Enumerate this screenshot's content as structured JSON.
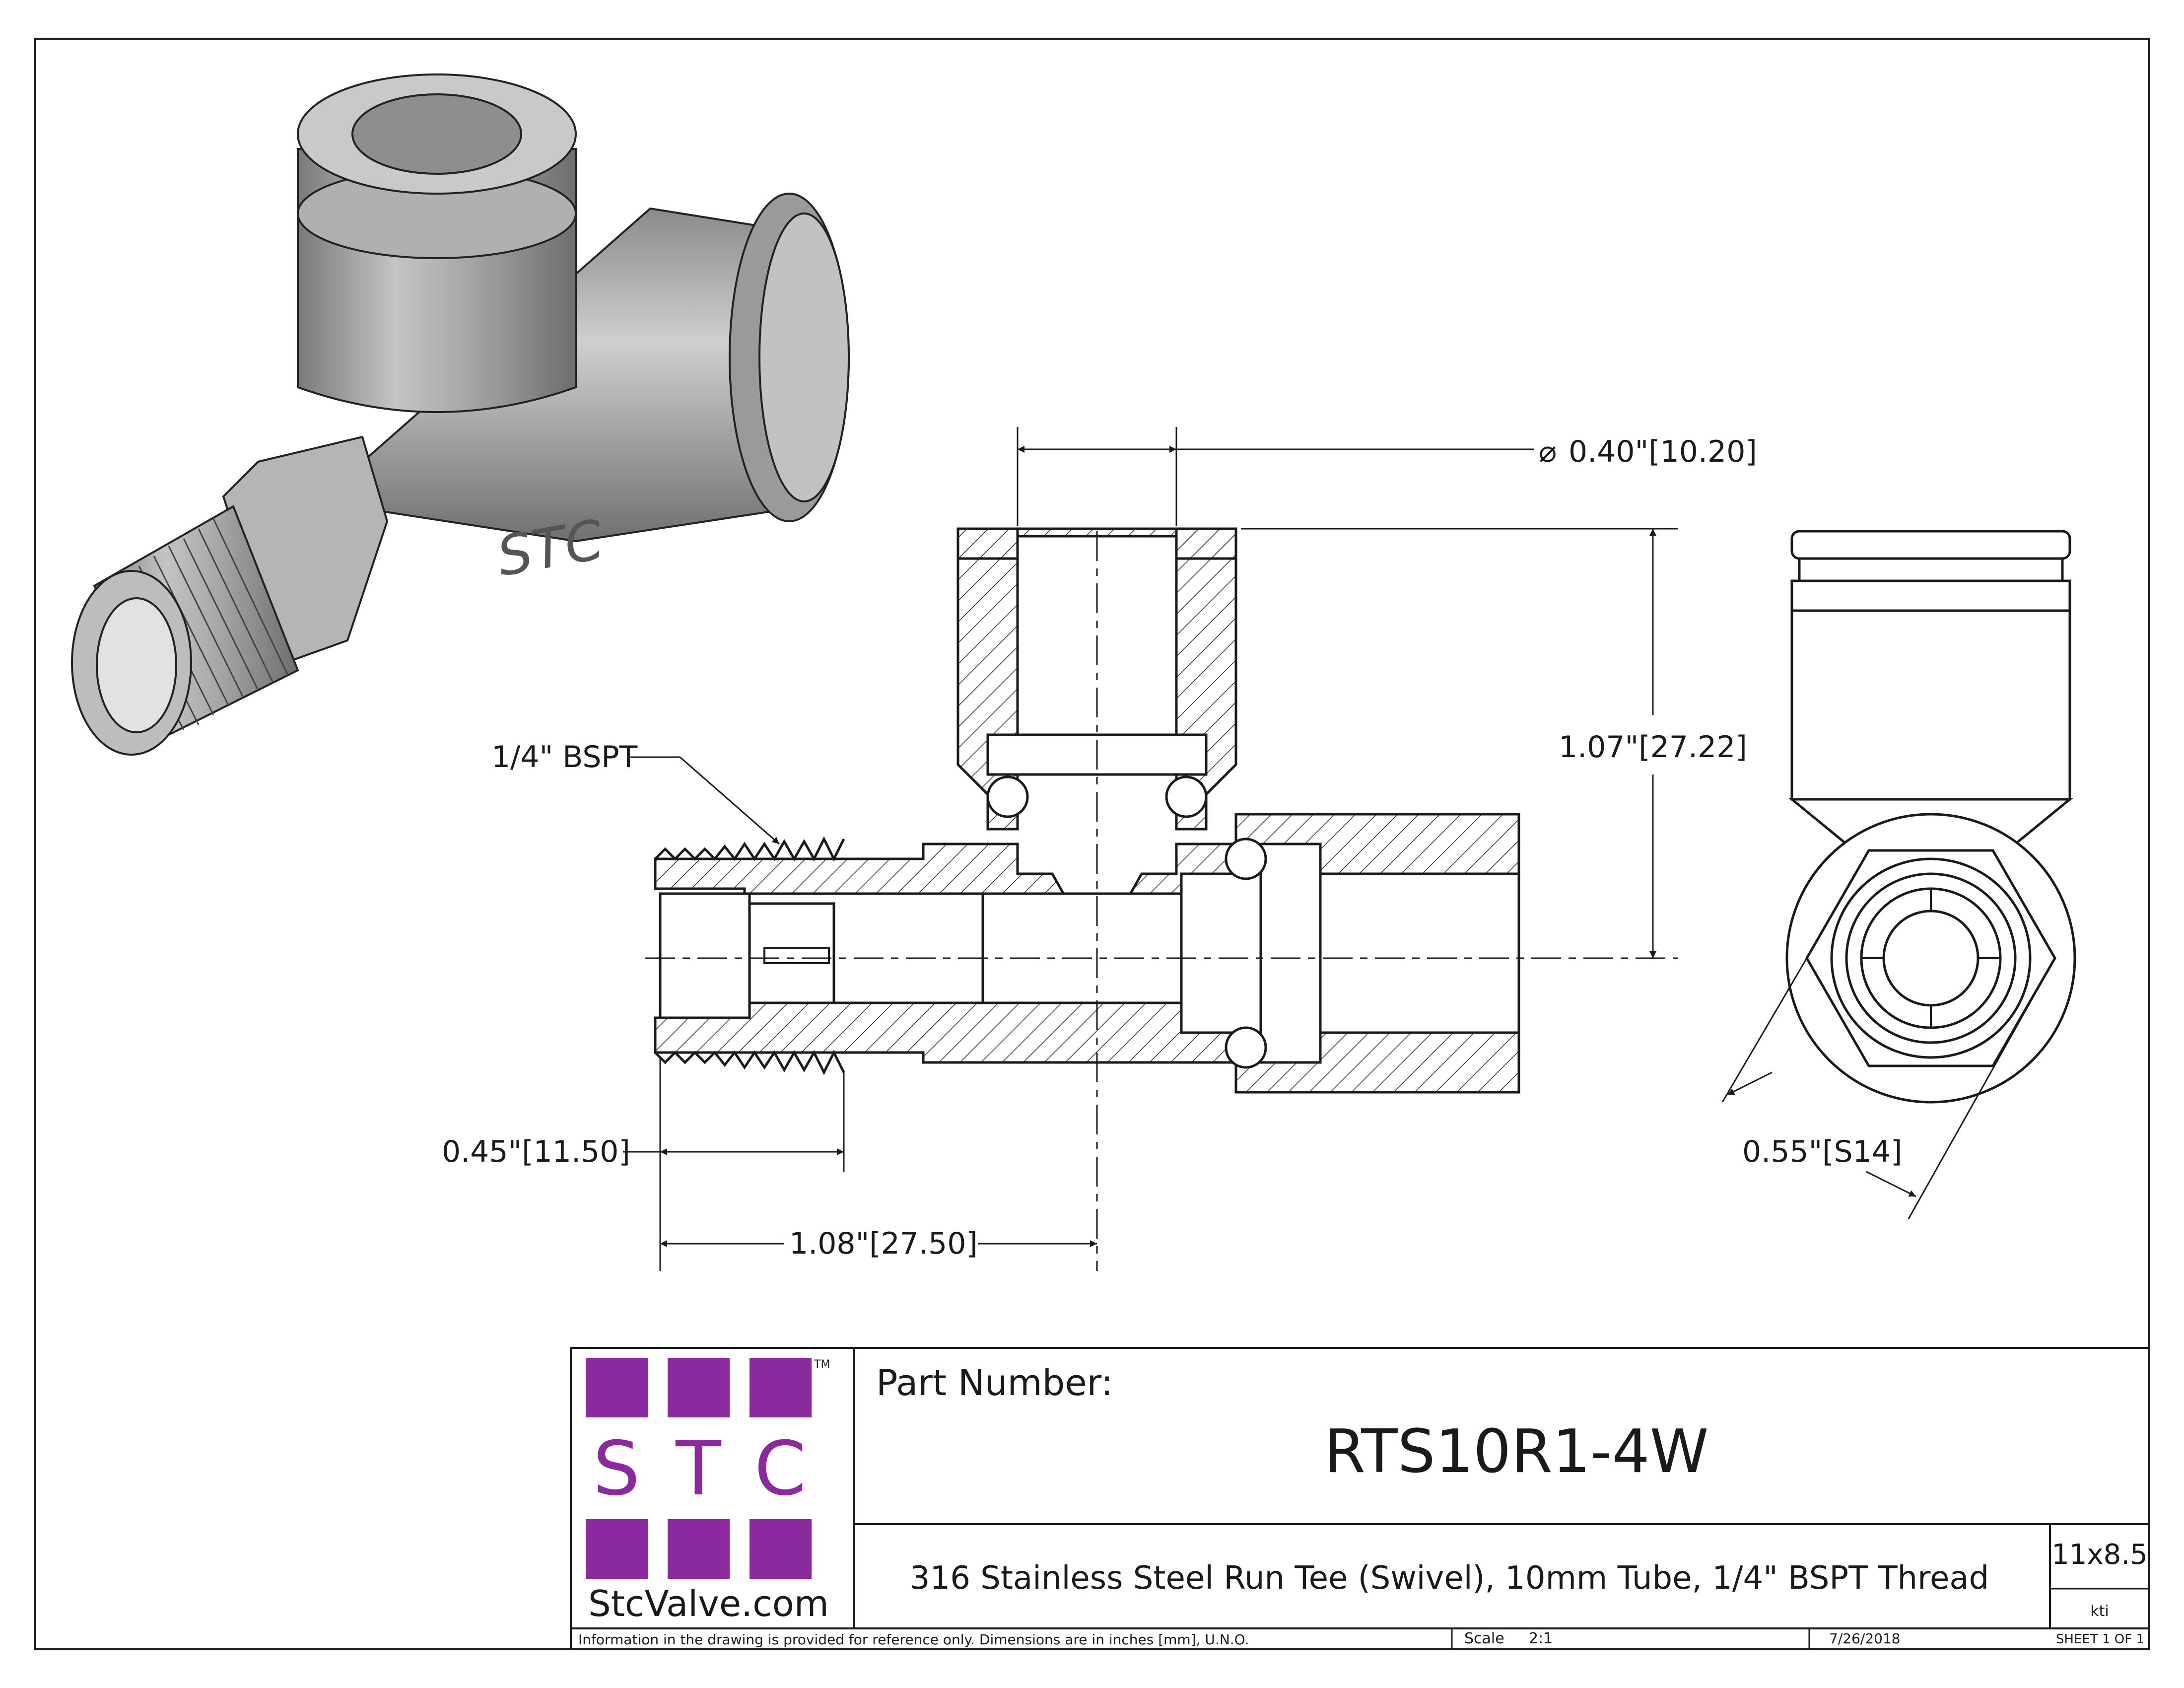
{
  "dimensions": {
    "bore_diameter": "0.40\"[10.20]",
    "height": "1.07\"[27.22]",
    "thread_length": "0.45\"[11.50]",
    "thread_to_center": "1.08\"[27.50]",
    "hex_size": "0.55\"[S14]",
    "thread_callout": "1/4\" BSPT",
    "diameter_symbol": "⌀"
  },
  "part_marking": "STC",
  "title_block": {
    "logo": {
      "letters": [
        "S",
        "T",
        "C"
      ],
      "trademark": "TM",
      "website": "StcValve.com",
      "color": "#8b2a9e"
    },
    "part_number_label": "Part Number:",
    "part_number": "RTS10R1-4W",
    "description": "316 Stainless Steel Run Tee (Swivel), 10mm Tube, 1/4\" BSPT Thread",
    "sheet_size": "11x8.5",
    "drawn_by": "kti",
    "note": "Information in the drawing is provided for reference only. Dimensions are in inches [mm], U.N.O.",
    "scale_label": "Scale",
    "scale_value": "2:1",
    "date": "7/26/2018",
    "sheet": "SHEET 1 OF 1"
  }
}
